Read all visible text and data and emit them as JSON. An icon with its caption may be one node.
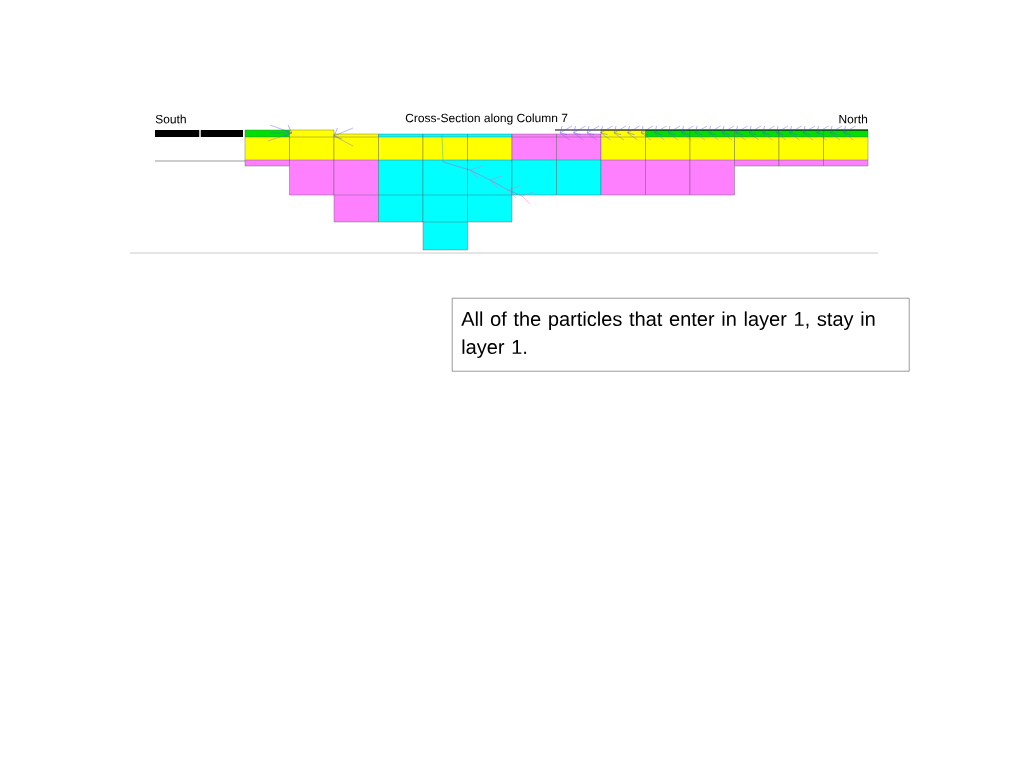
{
  "diagram": {
    "nodes": [
      {
        "text": [
          "All of the particles that enter in layer 1, stay in layer 1."
        ]
      }
    ],
    "labels": [
      "South",
      "Cross-Section along Column   7",
      "North"
    ]
  }
}
